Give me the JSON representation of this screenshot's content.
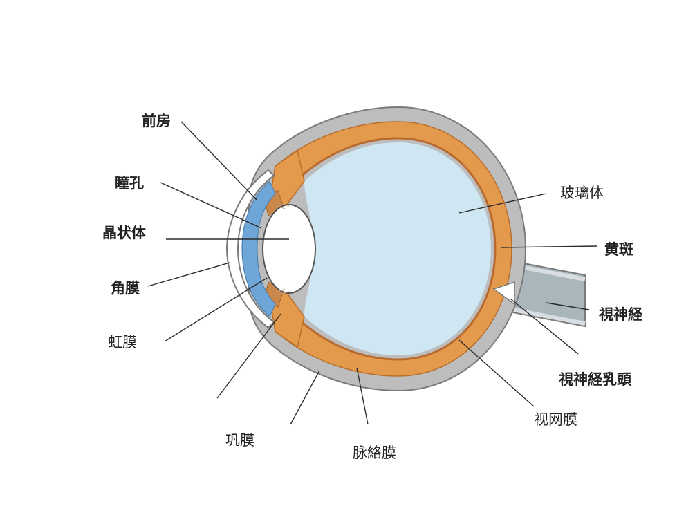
{
  "labels": {
    "anterior_chamber": "前房",
    "pupil": "瞳孔",
    "lens": "晶状体",
    "cornea": "角膜",
    "iris": "虹膜",
    "sclera": "巩膜",
    "choroid": "脉絡膜",
    "retina": "视网膜",
    "optic_disc": "視神経乳頭",
    "optic_nerve": "視神経",
    "macula": "黄斑",
    "vitreous": "玻璃体"
  },
  "colors": {
    "sclera": "#bdbdbd",
    "sclera_outline": "#7a7a7a",
    "choroid": "#e39a4c",
    "choroid_dark": "#b86e2a",
    "retina": "#b96a2e",
    "vitreous": "#cfe6f3",
    "cornea_fill": "#6fa6d8",
    "lens": "#ffffff",
    "optic_nerve": "#a9b7bd",
    "line": "#2a2a2a"
  }
}
